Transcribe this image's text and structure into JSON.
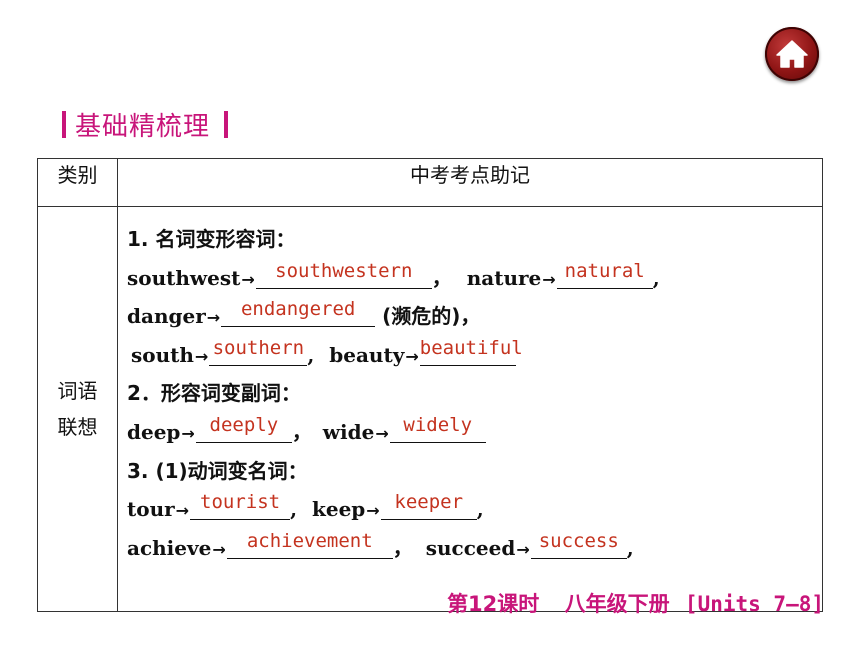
{
  "section_title": "基础精梳理",
  "table": {
    "header": {
      "category": "类别",
      "content": "中考考点助记"
    },
    "category": [
      "词语",
      "联想"
    ],
    "heading1": "1. 名词变形容词：",
    "heading2": "2．形容词变副词：",
    "heading3": "3. (1)动词变名词：",
    "items": {
      "southwest": {
        "word": "southwest",
        "answer": "southwestern"
      },
      "nature": {
        "word": "nature",
        "answer": "natural"
      },
      "danger": {
        "word": "danger",
        "answer": "endangered",
        "note": "(濒危的)，"
      },
      "south": {
        "word": "south",
        "answer": "southern"
      },
      "beauty": {
        "word": "beauty",
        "answer": "beautiful"
      },
      "deep": {
        "word": "deep",
        "answer": "deeply"
      },
      "wide": {
        "word": "wide",
        "answer": "widely"
      },
      "tour": {
        "word": "tour",
        "answer": "tourist"
      },
      "keep": {
        "word": "keep",
        "answer": "keeper"
      },
      "achieve": {
        "word": "achieve",
        "answer": "achievement"
      },
      "succeed": {
        "word": "succeed",
        "answer": "success"
      }
    }
  },
  "footer": {
    "lesson": "第12课时",
    "grade": "八年级下册",
    "units": "[Units 7—8]"
  },
  "icons": {
    "home": "home-icon"
  },
  "colors": {
    "accent": "#c8157a",
    "answer": "#c4331f",
    "home_button": "#8d1414"
  }
}
